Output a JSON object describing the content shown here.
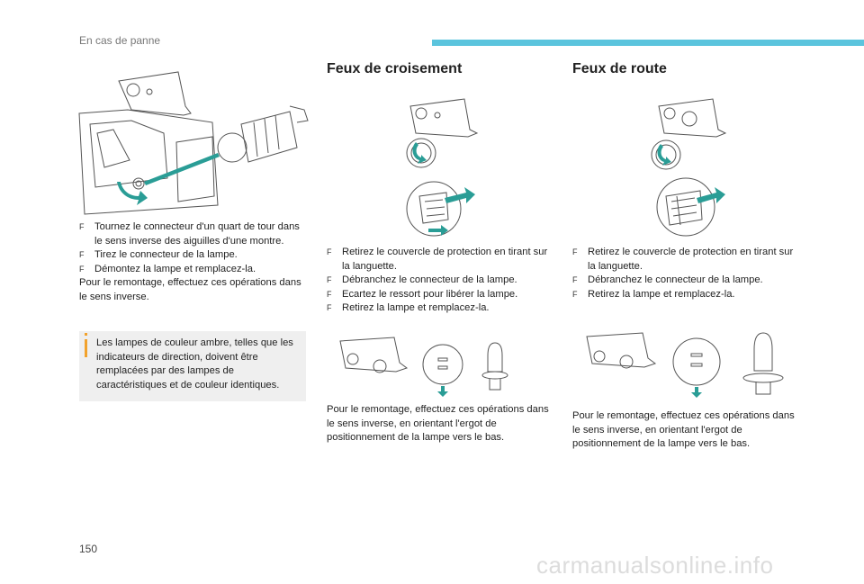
{
  "header": {
    "section_title": "En cas de panne"
  },
  "left": {
    "steps": [
      "Tournez le connecteur d'un quart de tour dans le sens inverse des aiguilles d'une montre.",
      "Tirez le connecteur de la lampe.",
      "Démontez la lampe et remplacez-la."
    ],
    "refit": "Pour le remontage, effectuez ces opérations dans le sens inverse.",
    "note": "Les lampes de couleur ambre, telles que les indicateurs de direction, doivent être remplacées par des lampes de caractéristiques et de couleur identiques."
  },
  "low_beam": {
    "title": "Feux de croisement",
    "steps": [
      "Retirez le couvercle de protection en tirant sur la languette.",
      "Débranchez le connecteur de la lampe.",
      "Ecartez le ressort pour libérer la lampe.",
      "Retirez la lampe et remplacez-la."
    ],
    "refit": "Pour le remontage, effectuez ces opérations dans le sens inverse, en orientant l'ergot de positionnement de la lampe vers le bas."
  },
  "high_beam": {
    "title": "Feux de route",
    "steps": [
      "Retirez le couvercle de protection en tirant sur la languette.",
      "Débranchez le connecteur de la lampe.",
      "Retirez la lampe et remplacez-la."
    ],
    "refit": "Pour le remontage, effectuez ces opérations dans le sens inverse, en orientant l'ergot de positionnement de la lampe vers le bas."
  },
  "bullet_glyph": "F",
  "page_number": "150",
  "watermark": "carmanualsonline.info",
  "colors": {
    "accent_bar": "#5bc4dd",
    "arrow_teal": "#2a9d96",
    "note_marker": "#f2a22c",
    "note_bg": "#efefef"
  }
}
